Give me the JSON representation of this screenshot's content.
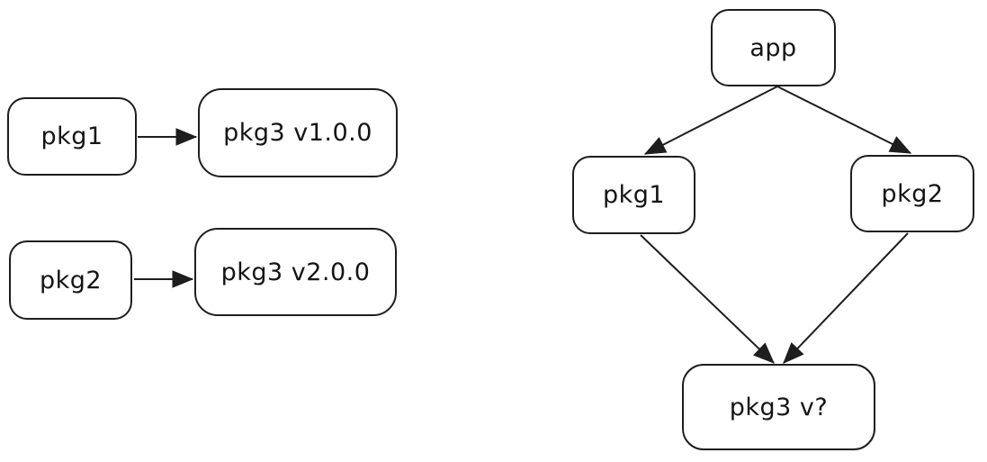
{
  "canvas": {
    "background": "#ffffff",
    "stroke_color": "#1e1e1e",
    "text_color": "#141414"
  },
  "left_graph": {
    "description": "Two separate dependency pairs",
    "pkg1": {
      "label": "pkg1"
    },
    "pkg3_v1": {
      "label": "pkg3 v1.0.0"
    },
    "pkg2": {
      "label": "pkg2"
    },
    "pkg3_v2": {
      "label": "pkg3 v2.0.0"
    },
    "edges": [
      {
        "from": "pkg1",
        "to": "pkg3 v1.0.0"
      },
      {
        "from": "pkg2",
        "to": "pkg3 v2.0.0"
      }
    ]
  },
  "right_graph": {
    "description": "Diamond dependency graph",
    "app": {
      "label": "app"
    },
    "pkg1": {
      "label": "pkg1"
    },
    "pkg2": {
      "label": "pkg2"
    },
    "pkg3_unknown": {
      "label": "pkg3 v?"
    },
    "edges": [
      {
        "from": "app",
        "to": "pkg1"
      },
      {
        "from": "app",
        "to": "pkg2"
      },
      {
        "from": "pkg1",
        "to": "pkg3 v?"
      },
      {
        "from": "pkg2",
        "to": "pkg3 v?"
      }
    ]
  }
}
